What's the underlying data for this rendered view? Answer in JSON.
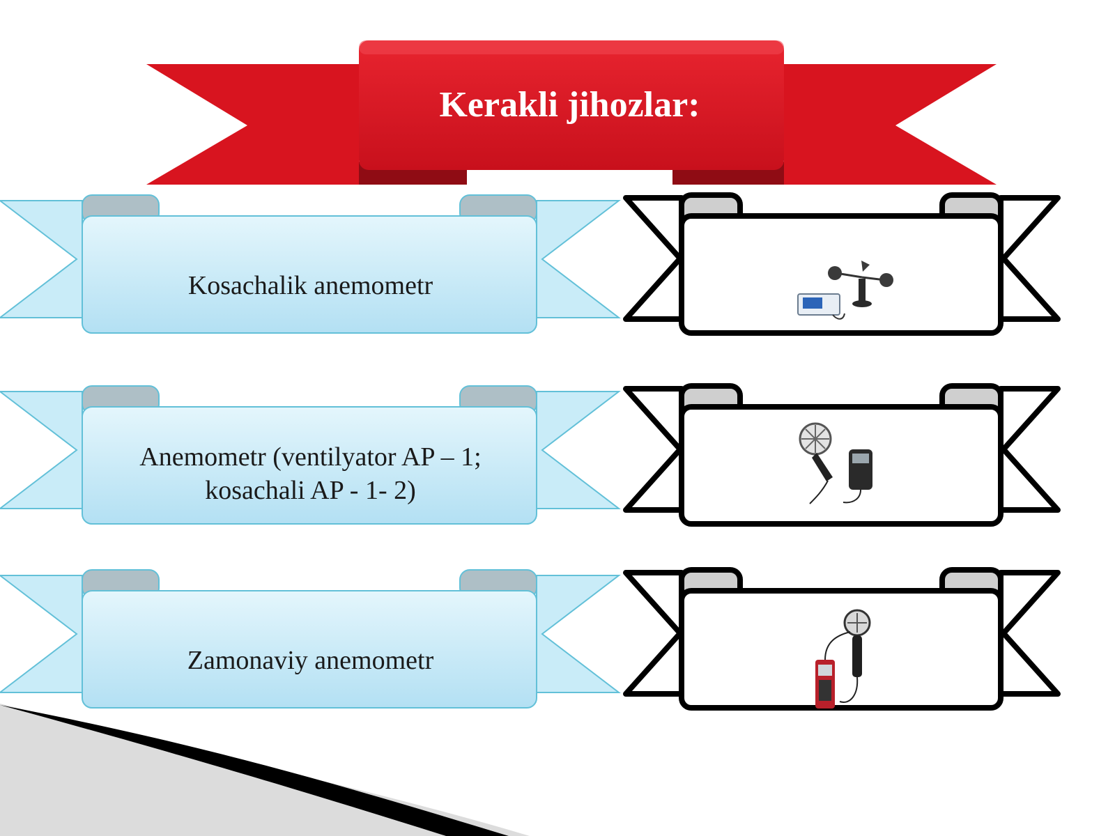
{
  "slide": {
    "title": "Kerakli jihozlar:",
    "title_color": "#e01b2a",
    "label_ribbon_color": "#bfe6f6",
    "items": [
      {
        "label": "Kosachalik anemometr",
        "device_icon": "cup-anemometer-with-display-icon"
      },
      {
        "label": "Anemometr (ventilyator AP – 1;\nkosachali  AP  - 1- 2)",
        "device_icon": "vane-anemometer-handheld-icon"
      },
      {
        "label": "Zamonaviy anemometr",
        "device_icon": "digital-anemometer-probe-icon"
      }
    ]
  }
}
